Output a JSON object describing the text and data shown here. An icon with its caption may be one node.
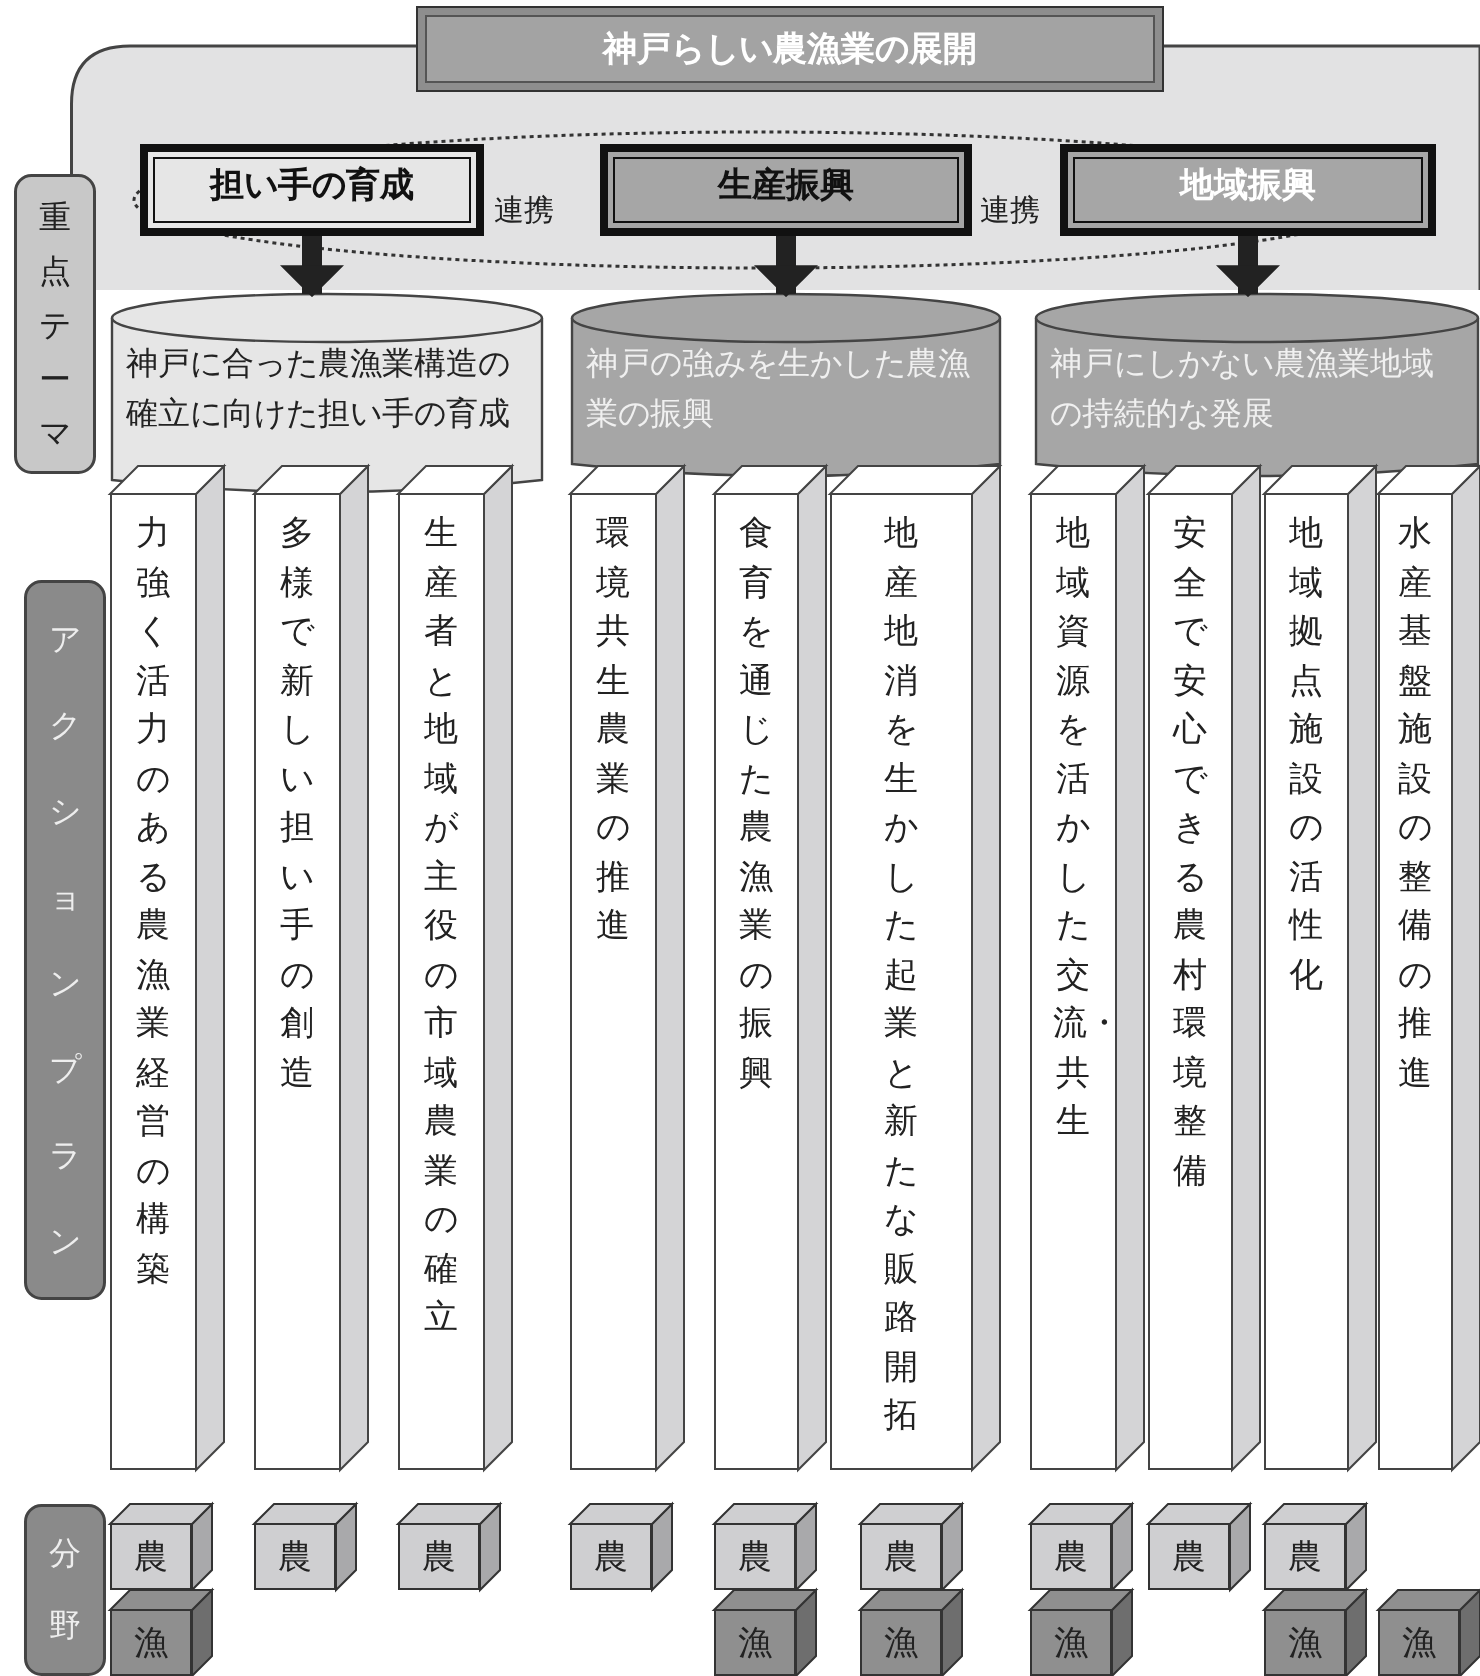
{
  "diagram": {
    "nodes": [
      {
        "text": [
          "神戸らしい農漁業の展開"
        ]
      },
      {
        "text": [],
        "shape": "box"
      },
      {
        "text": [
          "重点テーマ"
        ]
      },
      {
        "text": [
          "担い手の育成"
        ],
        "in": 1
      },
      {
        "text": [
          "生産振興"
        ],
        "in": 1
      },
      {
        "text": [
          "地域振興"
        ],
        "in": 1
      },
      {
        "text": [
          "神戸に合った農漁業構造の確立に向けた担い手の育成"
        ]
      },
      {
        "text": [
          "神戸の強みを生かした農漁業の振興"
        ]
      },
      {
        "text": [
          "神戸にしかない農漁業地域の持続的な発展"
        ]
      },
      {
        "text": [
          "アクションプラン"
        ]
      },
      {
        "text": [
          "力強く活力のある農漁業経営の構築"
        ]
      },
      {
        "text": [
          "多様で新しい担い手の創造"
        ]
      },
      {
        "text": [
          "生産者と地域が主役の市域農業の確立"
        ]
      },
      {
        "text": [
          "環境共生農業の推進"
        ]
      },
      {
        "text": [
          "食育を通じた農漁業の振興"
        ]
      },
      {
        "text": [
          "地産地消を生かした起業と新たな販路開拓"
        ]
      },
      {
        "text": [
          "地域資源を活かした交流・共生"
        ]
      },
      {
        "text": [
          "安全で安心できる農村環境整備"
        ]
      },
      {
        "text": [
          "地域拠点施設の活性化"
        ]
      },
      {
        "text": [
          "水産基盤施設の整備の推進"
        ]
      },
      {
        "text": [
          "分野"
        ]
      },
      {
        "text": [
          "農"
        ]
      },
      {
        "text": [
          "農"
        ]
      },
      {
        "text": [
          "農"
        ]
      },
      {
        "text": [
          "農"
        ]
      },
      {
        "text": [
          "農"
        ]
      },
      {
        "text": [
          "農"
        ]
      },
      {
        "text": [
          "農"
        ]
      },
      {
        "text": [
          "農"
        ]
      },
      {
        "text": [
          "農"
        ]
      },
      {
        "text": [
          "漁"
        ]
      },
      {
        "text": [
          "漁"
        ]
      },
      {
        "text": [
          "漁"
        ]
      },
      {
        "text": [
          "漁"
        ]
      },
      {
        "text": [
          "漁"
        ]
      },
      {
        "text": [
          "漁"
        ]
      }
    ],
    "edges": [
      {
        "from": 3,
        "to": 6,
        "arrow": "to"
      },
      {
        "from": 4,
        "to": 7,
        "arrow": "to"
      },
      {
        "from": 5,
        "to": 8,
        "arrow": "to"
      }
    ],
    "labels": [
      "連携",
      "連携"
    ]
  }
}
